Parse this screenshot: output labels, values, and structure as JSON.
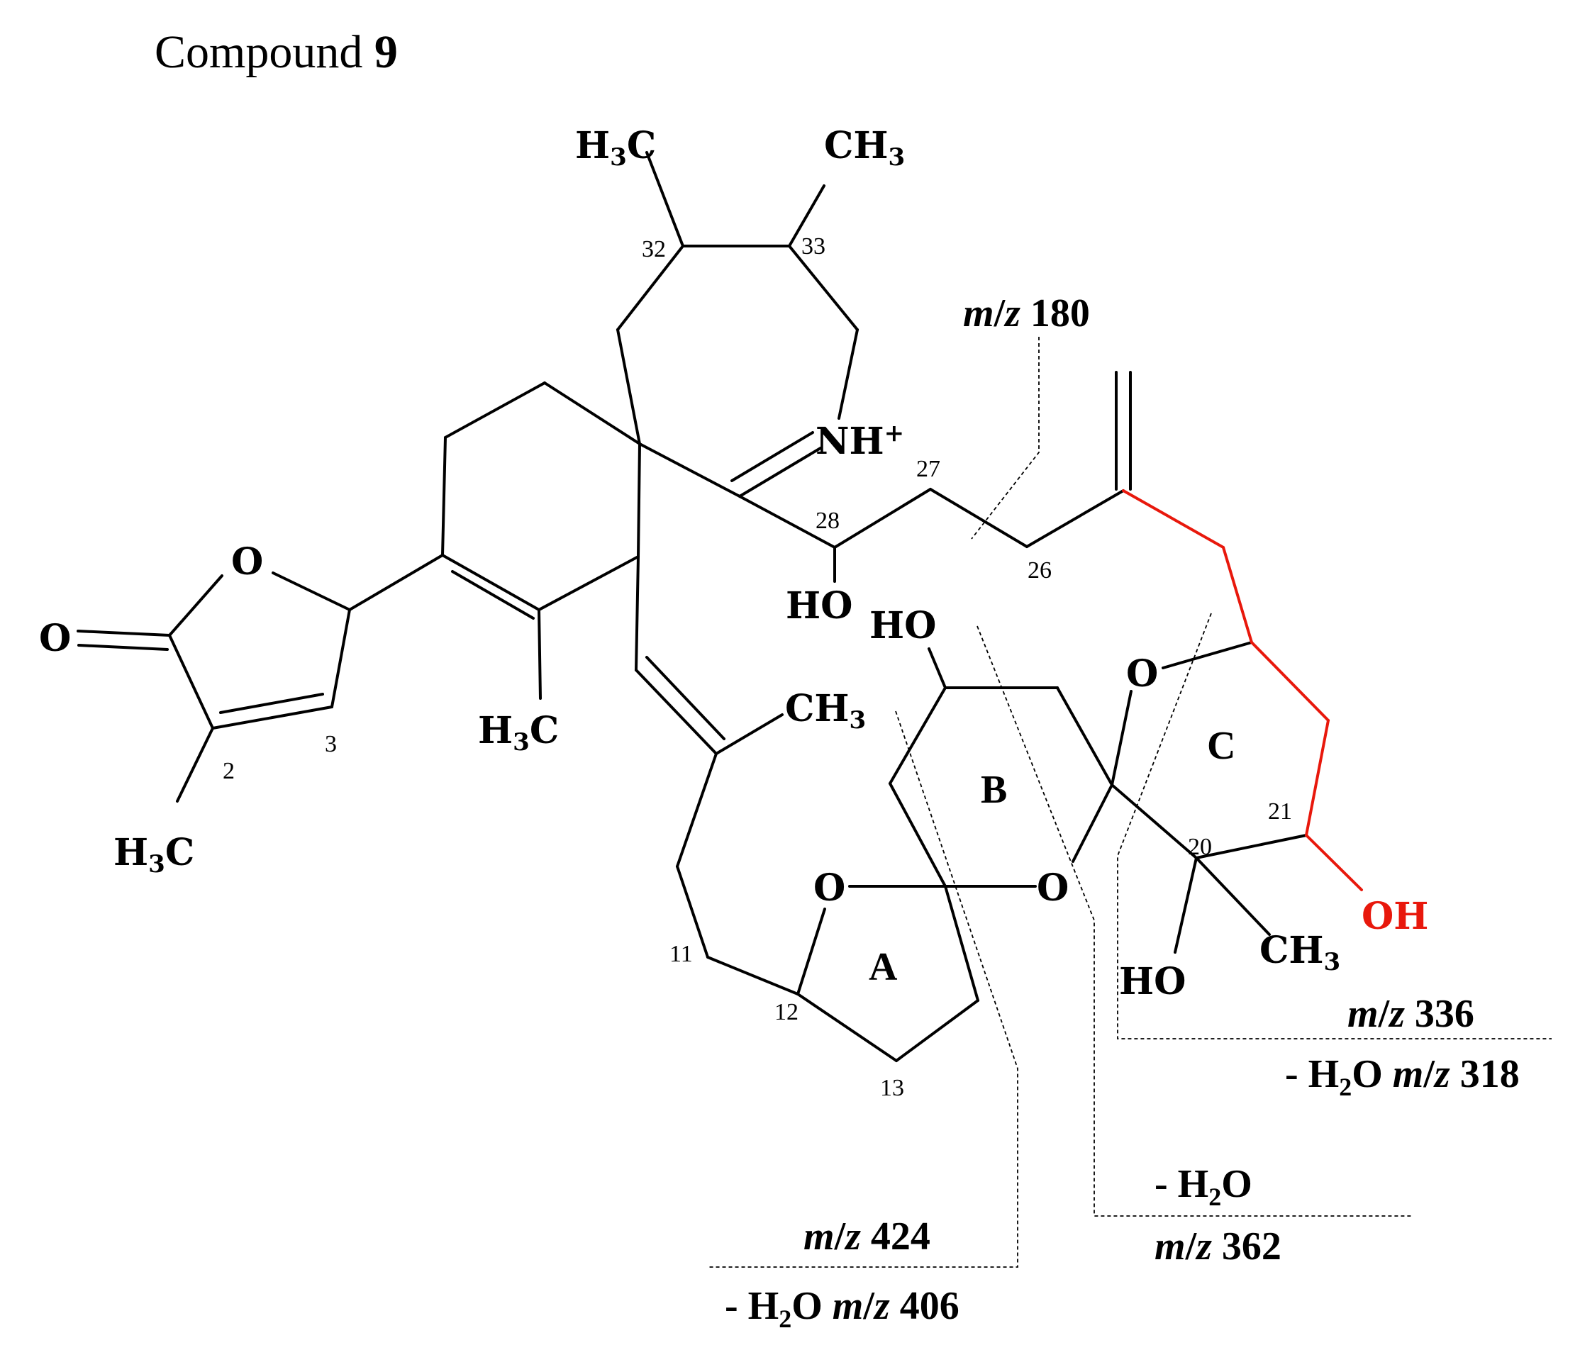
{
  "title": {
    "text": "Compound",
    "number": "9"
  },
  "atoms": {
    "h3c_32": "H3C",
    "ch3_33": "CH3",
    "nh_plus": "NH+",
    "lactone_o_ring": "O",
    "lactone_o_carbonyl": "O",
    "h3c_2": "H3C",
    "h3c_ring": "H3C",
    "ch3_alkene": "CH3",
    "ho_28": "HO",
    "ho_ringB": "HO",
    "o_ringC": "O",
    "o_ringA": "O",
    "o_ringB": "O",
    "oh_21": "OH",
    "ho_20": "HO",
    "ch3_20": "CH3"
  },
  "positions": [
    "32",
    "33",
    "27",
    "28",
    "26",
    "2",
    "3",
    "21",
    "20",
    "11",
    "12",
    "13"
  ],
  "rings": [
    "A",
    "B",
    "C"
  ],
  "fragments": {
    "f180": "m/z 180",
    "f336": "m/z 336",
    "f336_water": "- H2O m/z 318",
    "f362_water": "- H2O",
    "f362": "m/z 362",
    "f424": "m/z 424",
    "f424_water": "- H2O m/z 406"
  },
  "colors": {
    "highlight": "#e8180c",
    "ink": "#000000"
  }
}
